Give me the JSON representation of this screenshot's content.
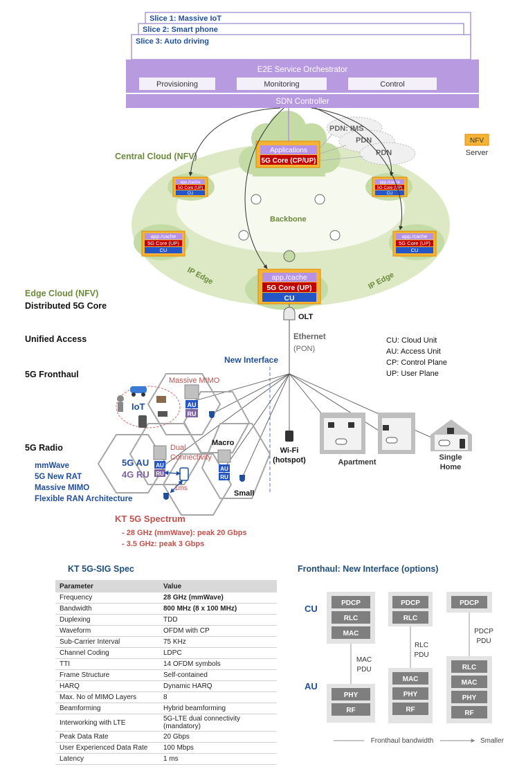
{
  "slices": [
    "Slice 1: Massive IoT",
    "Slice 2: Smart phone",
    "Slice 3: Auto driving"
  ],
  "orchestrator": {
    "title": "E2E Service Orchestrator",
    "buttons": [
      "Provisioning",
      "Monitoring",
      "Control"
    ],
    "sdn": "SDN Controller"
  },
  "cloud": {
    "central": "Central Cloud (NFV)",
    "pdns": [
      "PDN: IMS",
      "PDN",
      "PDN"
    ],
    "central_box": [
      "Applications",
      "5G Core (CP/UP)"
    ],
    "backbone": "Backbone",
    "ip_edge_left": "IP Edge",
    "ip_edge_right": "IP Edge",
    "small_box": [
      "app./cache",
      "5G Core (UP)",
      "CU"
    ],
    "edge_box": [
      "app./cache",
      "5G Core (UP)",
      "CU"
    ]
  },
  "legend_nfv": {
    "badge": "NFV",
    "label": "Server"
  },
  "left_labels": {
    "edge_cloud": "Edge Cloud (NFV)",
    "distributed": "Distributed 5G Core",
    "unified": "Unified Access",
    "fronthaul": "5G Fronthaul",
    "radio": "5G Radio",
    "radio_items": [
      "mmWave",
      "5G New RAT",
      "Massive MIMO",
      "Flexible RAN Architecture"
    ]
  },
  "access": {
    "olt": "OLT",
    "ethernet": "Ethernet",
    "pon": "(PON)",
    "new_interface": "New Interface",
    "wifi": "Wi-Fi",
    "hotspot": "(hotspot)",
    "apartment": "Apartment",
    "single_home": [
      "Single",
      "Home"
    ]
  },
  "glossary": [
    "CU: Cloud Unit",
    "AU: Access Unit",
    "CP: Control Plane",
    "UP: User Plane"
  ],
  "ran": {
    "massive_mimo": "Massive MIMO",
    "iot": "IoT",
    "au": "AU",
    "ru": "RU",
    "dual": [
      "Dual",
      "Connectivity"
    ],
    "macro": "Macro",
    "small": "Small",
    "g5_au": "5G AU",
    "g4_ru": "4G RU",
    "latency": "1ms"
  },
  "spectrum": {
    "title": "KT 5G Spectrum",
    "items": [
      "- 28 GHz (mmWave): peak 20 Gbps",
      "- 3.5 GHz: peak 3 Gbps"
    ]
  },
  "spec": {
    "title": "KT 5G-SIG Spec",
    "headers": [
      "Parameter",
      "Value"
    ],
    "rows": [
      [
        "Frequency",
        "28 GHz (mmWave)"
      ],
      [
        "Bandwidth",
        "800 MHz (8 x 100 MHz)"
      ],
      [
        "Duplexing",
        "TDD"
      ],
      [
        "Waveform",
        "OFDM with CP"
      ],
      [
        "Sub-Carrier Interval",
        "75 KHz"
      ],
      [
        "Channel Coding",
        "LDPC"
      ],
      [
        "TTI",
        "14 OFDM symbols"
      ],
      [
        "Frame Structure",
        "Self-contained"
      ],
      [
        "HARQ",
        "Dynamic HARQ"
      ],
      [
        "Max. No of MIMO Layers",
        "8"
      ],
      [
        "Beamforming",
        "Hybrid beamforming"
      ],
      [
        "Interworking with LTE",
        "5G-LTE dual connectivity\n(mandatory)"
      ],
      [
        "Peak Data Rate",
        "20 Gbps"
      ],
      [
        "User Experienced Data Rate",
        "100 Mbps"
      ],
      [
        "Latency",
        "1 ms"
      ]
    ]
  },
  "fronthaul": {
    "title": "Fronthaul: New Interface (options)",
    "cu": "CU",
    "au": "AU",
    "opt1_top": [
      "PDCP",
      "RLC",
      "MAC"
    ],
    "opt1_bottom": [
      "PHY",
      "RF"
    ],
    "opt1_pdu": [
      "MAC",
      "PDU"
    ],
    "opt2_top": [
      "PDCP",
      "RLC"
    ],
    "opt2_bottom": [
      "MAC",
      "PHY",
      "RF"
    ],
    "opt2_pdu": [
      "RLC",
      "PDU"
    ],
    "opt3_top": [
      "PDCP"
    ],
    "opt3_bottom": [
      "RLC",
      "MAC",
      "PHY",
      "RF"
    ],
    "opt3_pdu": [
      "PDCP",
      "PDU"
    ],
    "bandwidth": "Fronthaul bandwidth",
    "smaller": "Smaller"
  }
}
